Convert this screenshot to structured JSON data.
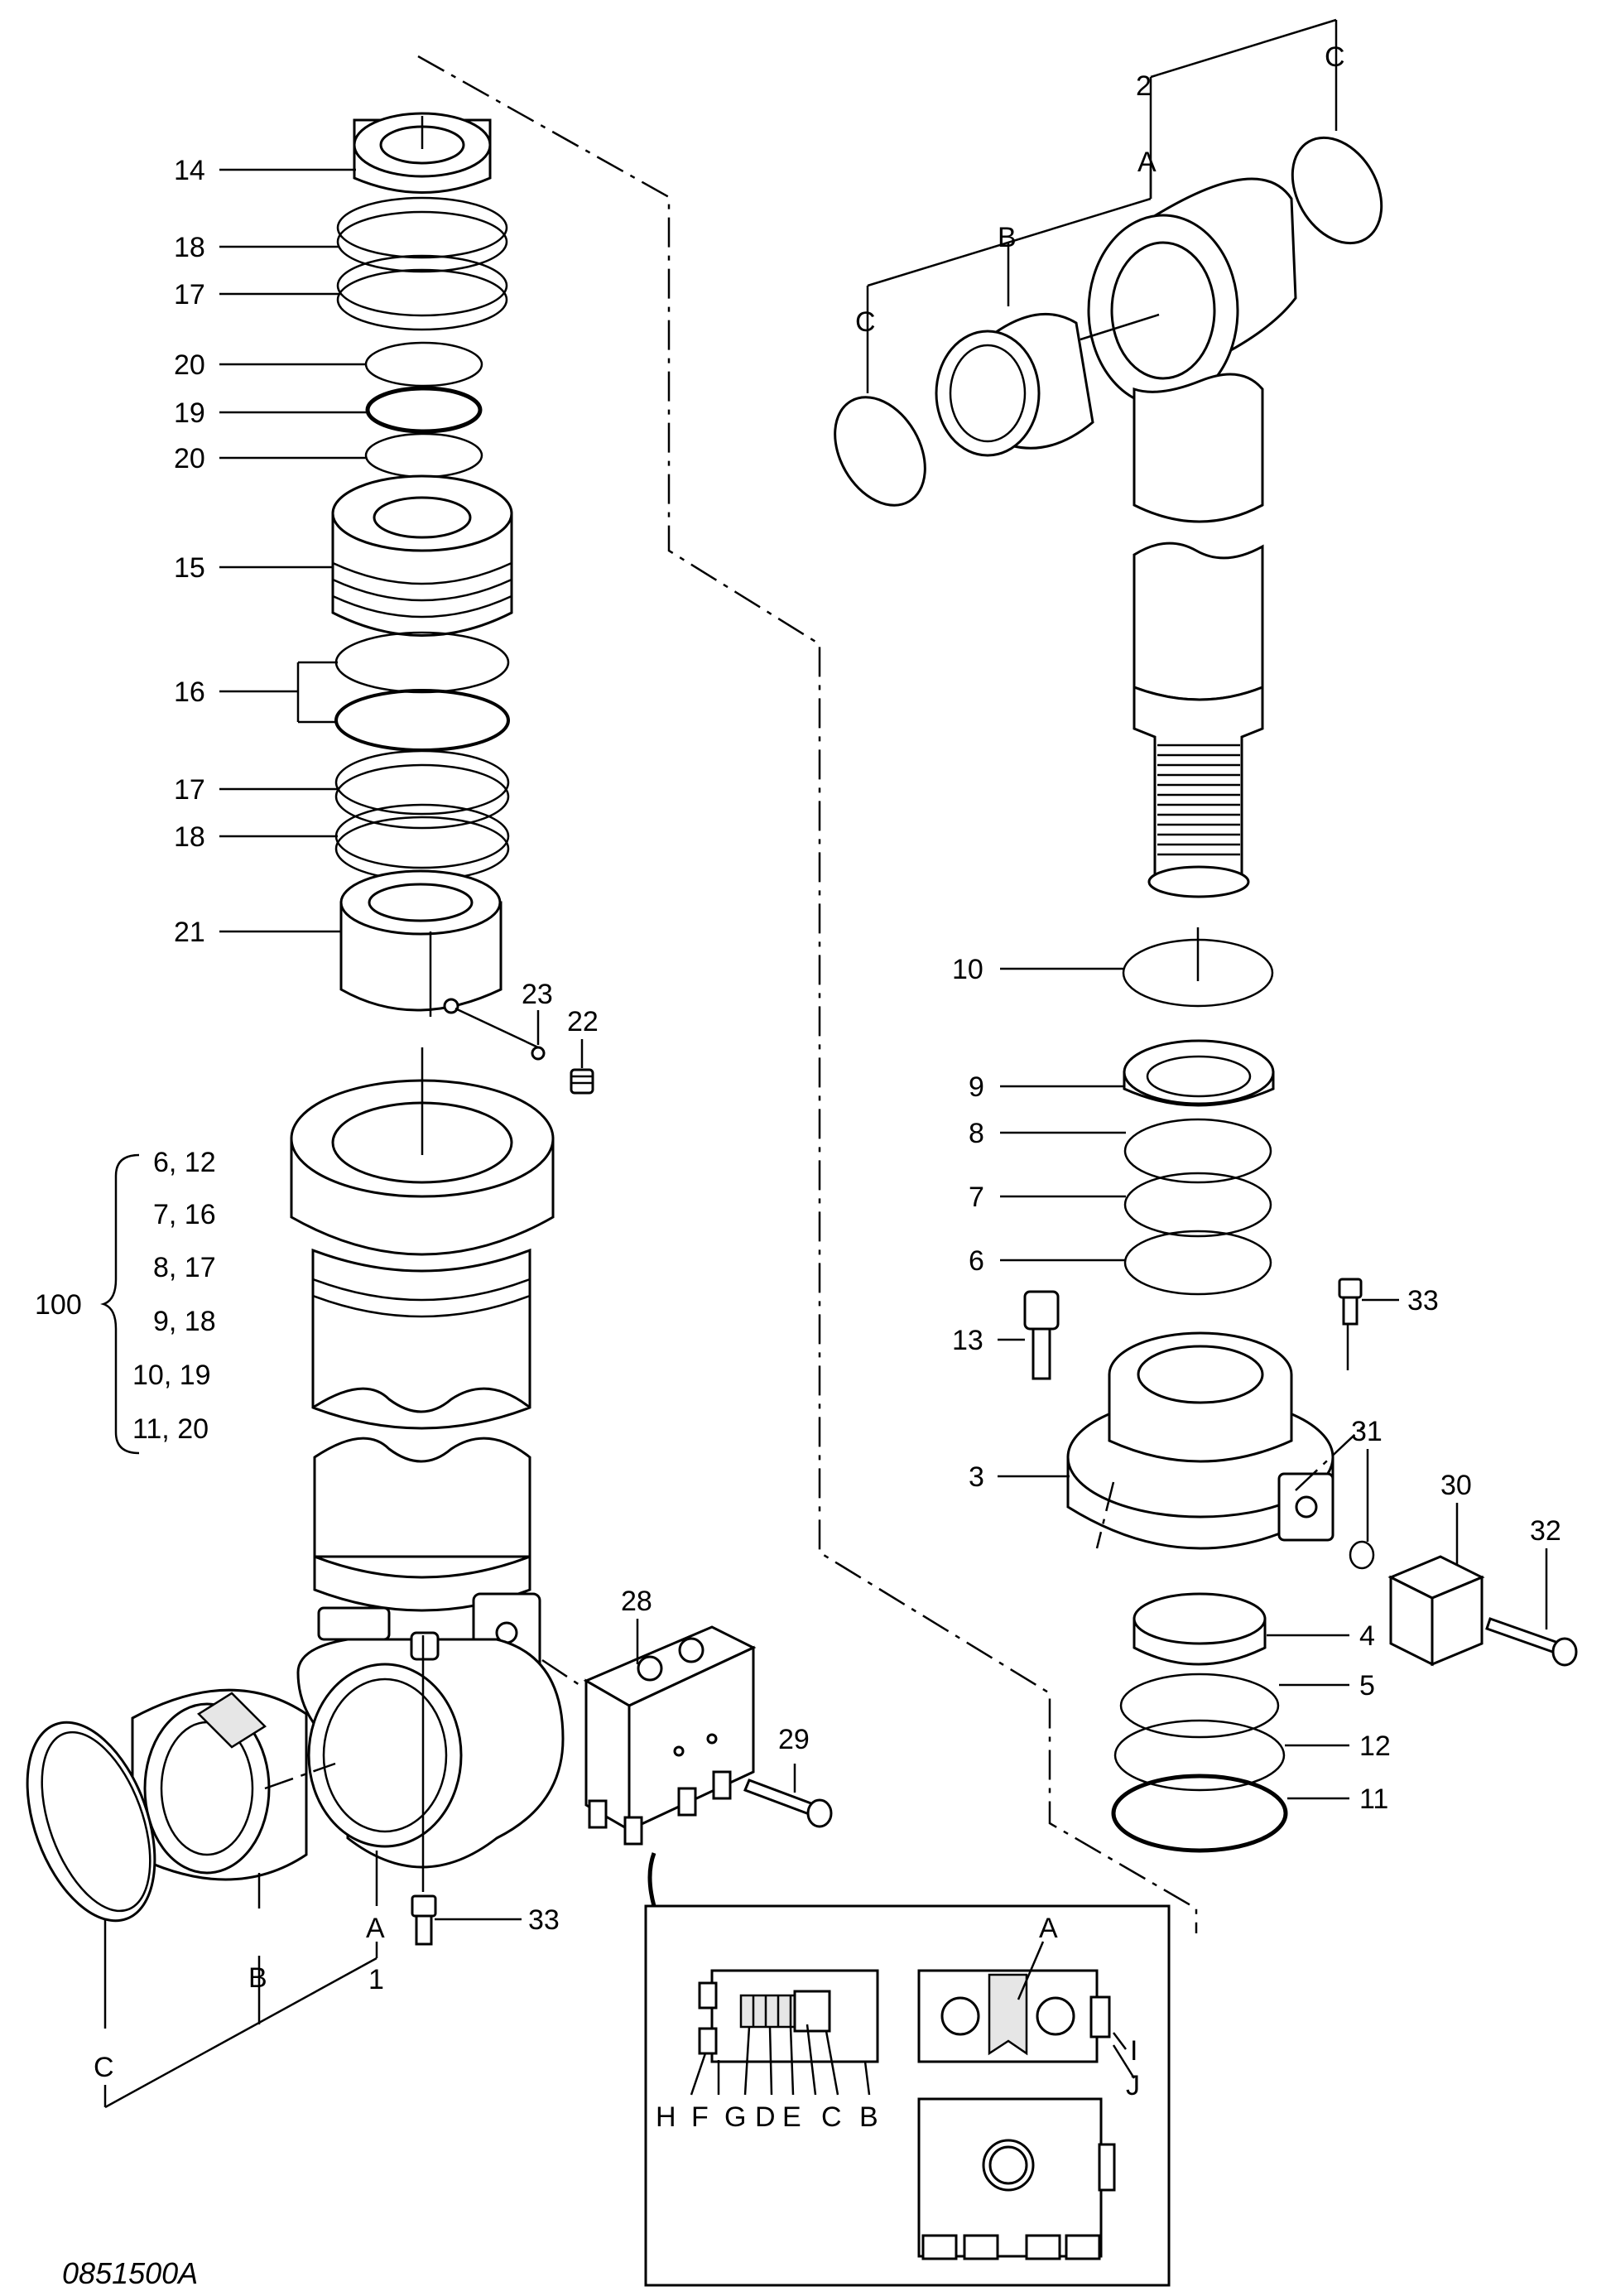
{
  "drawing_code": "0851500A",
  "callouts": {
    "p1": "1",
    "p2": "2",
    "p3": "3",
    "p4": "4",
    "p5": "5",
    "p6": "6",
    "p7": "7",
    "p8": "8",
    "p9": "9",
    "p10": "10",
    "p11": "11",
    "p12": "12",
    "p13": "13",
    "p14": "14",
    "p15": "15",
    "p16": "16",
    "p17a": "17",
    "p17b": "17",
    "p18a": "18",
    "p18b": "18",
    "p19": "19",
    "p20a": "20",
    "p20b": "20",
    "p21": "21",
    "p22": "22",
    "p23": "23",
    "p28": "28",
    "p29": "29",
    "p30": "30",
    "p31": "31",
    "p32": "32",
    "p33a": "33",
    "p33b": "33",
    "kA_right": "A",
    "kB_right": "B",
    "kC_right1": "C",
    "kC_right2": "C",
    "kA_left": "A",
    "kB_left": "B",
    "kC_left": "C"
  },
  "kit": {
    "number": "100",
    "items": [
      "6, 12",
      "7, 16",
      "8, 17",
      "9, 18",
      "10, 19",
      "11, 20"
    ]
  },
  "inset": {
    "top_label": "A",
    "side_labels": [
      "I",
      "J"
    ],
    "bottom_labels": [
      "H",
      "F",
      "G",
      "D",
      "E",
      "C",
      "B"
    ]
  }
}
